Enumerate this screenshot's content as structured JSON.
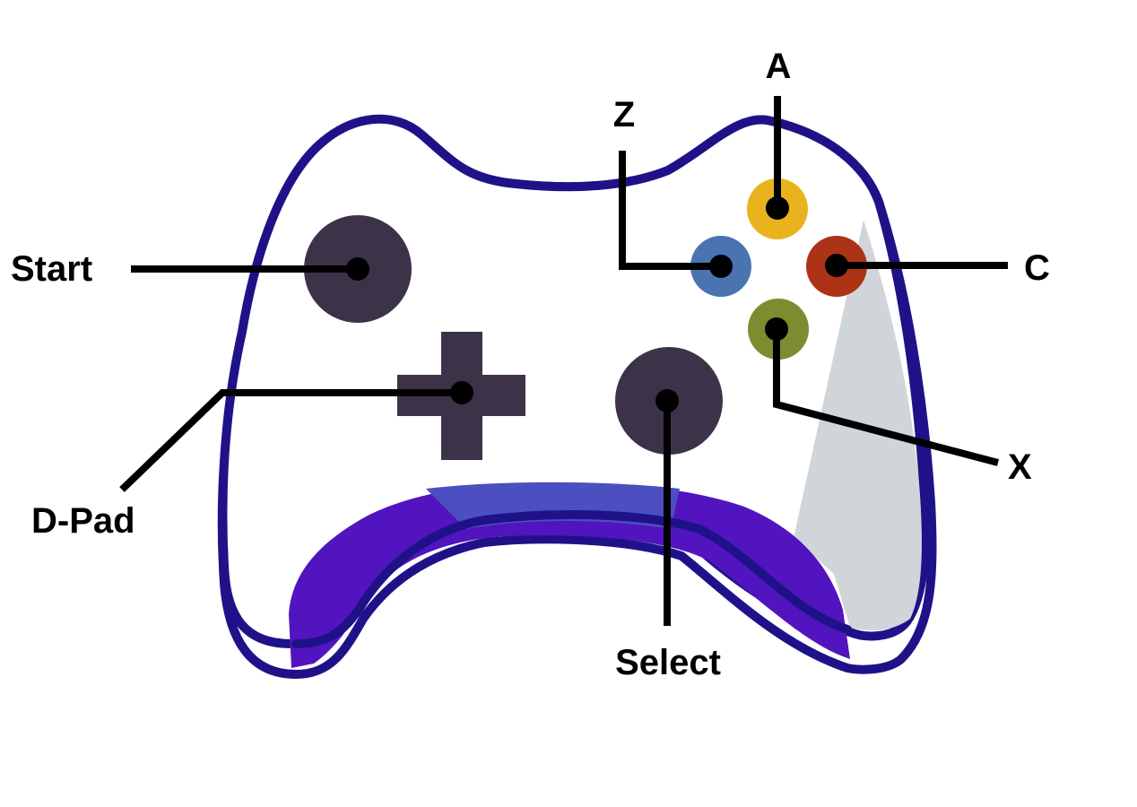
{
  "labels": {
    "a": "A",
    "z": "Z",
    "start": "Start",
    "c": "C",
    "x": "X",
    "dpad": "D-Pad",
    "select": "Select"
  },
  "colors": {
    "outline": "#1f1289",
    "body": "#ffffff",
    "shade": "#d0d5da",
    "grip": "#5214bf",
    "grip_inner": "#4b4fc0",
    "control": "#3c3349",
    "button_a": "#e9b31d",
    "button_z": "#4a73b2",
    "button_c": "#ad3316",
    "button_x": "#7f8b2f",
    "leader": "#000000"
  }
}
